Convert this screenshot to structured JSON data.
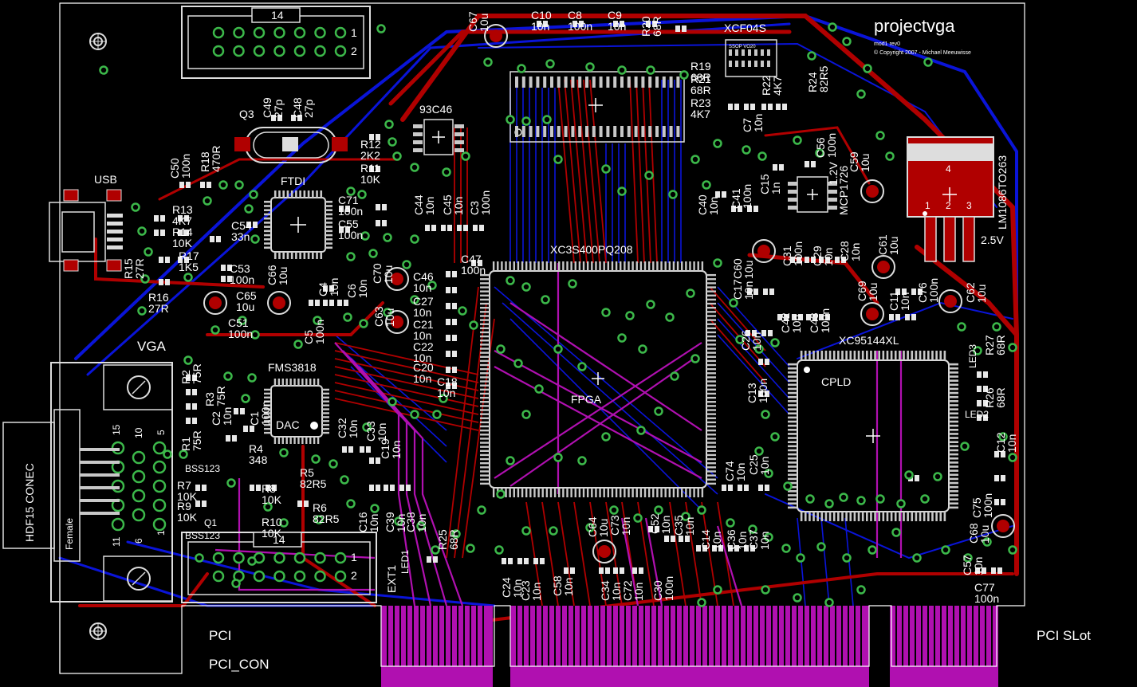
{
  "board": {
    "title": "projectvga",
    "subtitle": "mod1 rev0",
    "copyright": "© Copyright 2007 - Michael Meeuwisse",
    "outline_color": "#ffffff",
    "copper_top": "#b00000",
    "copper_bottom": "#0a14d8",
    "edge_gold": "#b010b0",
    "via_ring": "#3cb84a"
  },
  "chips": {
    "fpga_part": "XC3S400PQ208",
    "fpga_label": "FPGA",
    "cpld_part": "XC95144XL",
    "cpld_label": "CPLD",
    "ftdi_label": "FTDI",
    "dac_part": "FMS3818",
    "dac_label": "DAC",
    "flash_part": "XCF04S",
    "flash_pkg": "SSOP VO20",
    "eeprom_part": "93C46",
    "reg_part": "MCP1726",
    "reg_volt": "1.2V",
    "ldo_part": "LM1086TO263",
    "ldo_volt": "2.5V",
    "ldo_pins": [
      "4",
      "1",
      "2",
      "3"
    ],
    "xtal": "Q3"
  },
  "connectors": {
    "usb": "USB",
    "vga": "VGA",
    "hdf15": "HDF15 CONEC",
    "female": "Female",
    "header_top_num": "14",
    "header_top_pins": [
      "1",
      "2"
    ],
    "header_bot_num": "14",
    "header_bot_pins": [
      "1",
      "2"
    ],
    "ext": "EXT1",
    "led1": "LED1",
    "led2": "LED2",
    "led3": "LED3",
    "pci": "PCI",
    "pci_con": "PCI_CON",
    "pci_slot": "PCI SLot",
    "vga_pins": [
      "15",
      "10",
      "5",
      "11",
      "6",
      "1"
    ],
    "bss_top": "BSS123",
    "bss_bot": "BSS123",
    "q1": "Q1"
  },
  "components": [
    {
      "t": "C10",
      "v": "10n"
    },
    {
      "t": "C8",
      "v": "100n"
    },
    {
      "t": "C9",
      "v": "10n"
    },
    {
      "t": "R20",
      "v": "68R"
    },
    {
      "t": "C67",
      "v": "10u"
    },
    {
      "t": "R19",
      "v": "68R"
    },
    {
      "t": "R21",
      "v": "68R"
    },
    {
      "t": "R23",
      "v": "4K7"
    },
    {
      "t": "R22",
      "v": "4K7"
    },
    {
      "t": "R24",
      "v": "82R5"
    },
    {
      "t": "C49",
      "v": "27p"
    },
    {
      "t": "C48",
      "v": "27p"
    },
    {
      "t": "C50",
      "v": "100n"
    },
    {
      "t": "R18",
      "v": "470R"
    },
    {
      "t": "R12",
      "v": "2K2"
    },
    {
      "t": "R11",
      "v": "10K"
    },
    {
      "t": "R13",
      "v": "4K7"
    },
    {
      "t": "R14",
      "v": "10K"
    },
    {
      "t": "R17",
      "v": "1K5"
    },
    {
      "t": "R15",
      "v": "27R"
    },
    {
      "t": "R16",
      "v": "27R"
    },
    {
      "t": "C54",
      "v": "33n"
    },
    {
      "t": "C71",
      "v": "100n"
    },
    {
      "t": "C55",
      "v": "100n"
    },
    {
      "t": "C53",
      "v": "100n"
    },
    {
      "t": "C65",
      "v": "10u"
    },
    {
      "t": "C66",
      "v": "10u"
    },
    {
      "t": "C51",
      "v": "100n"
    },
    {
      "t": "C5",
      "v": "100n"
    },
    {
      "t": "C4",
      "v": "10n"
    },
    {
      "t": "C6",
      "v": "10n"
    },
    {
      "t": "C44",
      "v": "10n"
    },
    {
      "t": "C45",
      "v": "10n"
    },
    {
      "t": "C3",
      "v": "100n"
    },
    {
      "t": "C47",
      "v": "100n"
    },
    {
      "t": "C46",
      "v": "10n"
    },
    {
      "t": "C27",
      "v": "10n"
    },
    {
      "t": "C21",
      "v": "10n"
    },
    {
      "t": "C22",
      "v": "10n"
    },
    {
      "t": "C20",
      "v": "10n"
    },
    {
      "t": "C18",
      "v": "10n"
    },
    {
      "t": "C70",
      "v": "10u"
    },
    {
      "t": "C63",
      "v": "10u"
    },
    {
      "t": "R2",
      "v": "75R"
    },
    {
      "t": "R3",
      "v": "75R"
    },
    {
      "t": "R1",
      "v": "75R"
    },
    {
      "t": "C2",
      "v": "10n"
    },
    {
      "t": "C1",
      "v": "100n"
    },
    {
      "t": "R4",
      "v": "348"
    },
    {
      "t": "R5",
      "v": "82R5"
    },
    {
      "t": "R6",
      "v": "82R5"
    },
    {
      "t": "R7",
      "v": "10K"
    },
    {
      "t": "R9",
      "v": "10K"
    },
    {
      "t": "R8",
      "v": "10K"
    },
    {
      "t": "R10",
      "v": "10K"
    },
    {
      "t": "C32",
      "v": "10n"
    },
    {
      "t": "C33",
      "v": "10n"
    },
    {
      "t": "C19",
      "v": "10n"
    },
    {
      "t": "C16",
      "v": "10n"
    },
    {
      "t": "C39",
      "v": "10n"
    },
    {
      "t": "C38",
      "v": "10n"
    },
    {
      "t": "R25",
      "v": "68R"
    },
    {
      "t": "C24",
      "v": "10n"
    },
    {
      "t": "C23",
      "v": "10n"
    },
    {
      "t": "C58",
      "v": "10n"
    },
    {
      "t": "C64",
      "v": "10u"
    },
    {
      "t": "C73",
      "v": "10n"
    },
    {
      "t": "C34",
      "v": "10n"
    },
    {
      "t": "C72",
      "v": "10n"
    },
    {
      "t": "C30",
      "v": "100n"
    },
    {
      "t": "C52",
      "v": "10n"
    },
    {
      "t": "C35",
      "v": "10n"
    },
    {
      "t": "C14",
      "v": "10n"
    },
    {
      "t": "C36",
      "v": "10n"
    },
    {
      "t": "C37",
      "v": "10n"
    },
    {
      "t": "C7",
      "v": "10n"
    },
    {
      "t": "C40",
      "v": "10n"
    },
    {
      "t": "C41",
      "v": "100n"
    },
    {
      "t": "C15",
      "v": "1n"
    },
    {
      "t": "C56",
      "v": "100n"
    },
    {
      "t": "C59",
      "v": "10u"
    },
    {
      "t": "C31",
      "v": "100n"
    },
    {
      "t": "C29",
      "v": "10n"
    },
    {
      "t": "C28",
      "v": "10n"
    },
    {
      "t": "C60",
      "v": "10u"
    },
    {
      "t": "C17",
      "v": "10n"
    },
    {
      "t": "C61",
      "v": "10u"
    },
    {
      "t": "C69",
      "v": "10u"
    },
    {
      "t": "C11",
      "v": "10n"
    },
    {
      "t": "C76",
      "v": "100n"
    },
    {
      "t": "C62",
      "v": "10u"
    },
    {
      "t": "C42",
      "v": "10n"
    },
    {
      "t": "C43",
      "v": "100n"
    },
    {
      "t": "C26",
      "v": "10n"
    },
    {
      "t": "C13",
      "v": "100n"
    },
    {
      "t": "R27",
      "v": "68R"
    },
    {
      "t": "R26",
      "v": "68R"
    },
    {
      "t": "C12",
      "v": "10n"
    },
    {
      "t": "C74",
      "v": "10n"
    },
    {
      "t": "C25",
      "v": "10n"
    },
    {
      "t": "C75",
      "v": "100n"
    },
    {
      "t": "C68",
      "v": "10u"
    },
    {
      "t": "C57",
      "v": "10n"
    },
    {
      "t": "C77",
      "v": "100n"
    }
  ]
}
